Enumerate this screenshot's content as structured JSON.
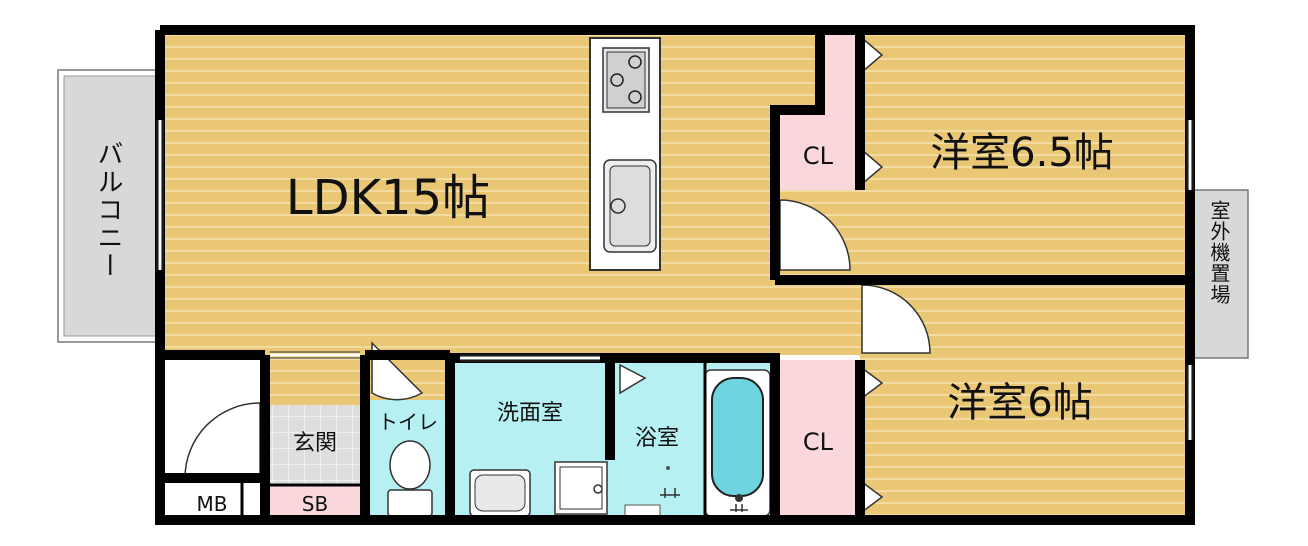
{
  "rooms": {
    "ldk": "LDK15帖",
    "western1": "洋室6.5帖",
    "western2": "洋室6帖",
    "closet1": "CL",
    "closet2": "CL",
    "toilet": "トイレ",
    "washroom": "洗面室",
    "bathroom": "浴室",
    "entrance": "玄関",
    "shoebox": "SB",
    "meterbox": "MB"
  },
  "exterior": {
    "balcony": "バルコニー",
    "outdoor_unit": "室外機置場"
  },
  "colors": {
    "floor_wood": "#eac774",
    "floor_stripe": "#f4dca0",
    "closet": "#f9d7da",
    "wet_area": "#b7f0f2",
    "tile": "#dcdcdc",
    "wall": "#000000",
    "exterior": "#d8d8d8"
  },
  "icons": [
    "stove-icon",
    "sink-icon",
    "washbasin-icon",
    "washing-machine-pan-icon",
    "bathtub-icon",
    "toilet-icon",
    "faucet-icon"
  ]
}
